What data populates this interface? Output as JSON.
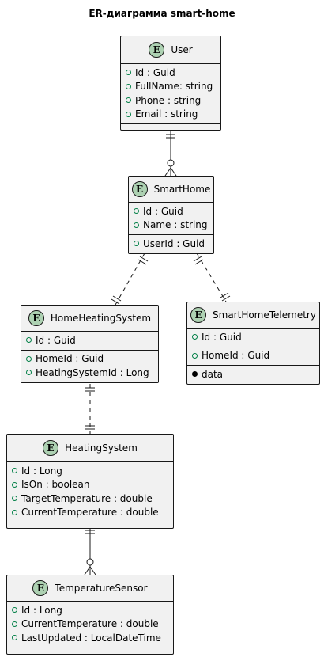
{
  "title": "ER-диаграмма smart-home",
  "entity_badge": "E",
  "entities": {
    "user": {
      "name": "User",
      "sections": [
        [
          {
            "text": "Id : Guid"
          },
          {
            "text": "FullName: string"
          },
          {
            "text": "Phone : string"
          },
          {
            "text": "Email : string"
          }
        ],
        []
      ]
    },
    "smarthome": {
      "name": "SmartHome",
      "sections": [
        [
          {
            "text": "Id : Guid"
          },
          {
            "text": "Name : string"
          }
        ],
        [
          {
            "text": "UserId : Guid"
          }
        ]
      ]
    },
    "homeheating": {
      "name": "HomeHeatingSystem",
      "sections": [
        [
          {
            "text": "Id : Guid"
          }
        ],
        [
          {
            "text": "HomeId : Guid"
          },
          {
            "text": "HeatingSystemId : Long"
          }
        ]
      ]
    },
    "telemetry": {
      "name": "SmartHomeTelemetry",
      "sections": [
        [
          {
            "text": "Id : Guid"
          }
        ],
        [
          {
            "text": "HomeId : Guid"
          }
        ],
        [
          {
            "text": "data",
            "marker": "filled"
          }
        ]
      ]
    },
    "heating": {
      "name": "HeatingSystem",
      "sections": [
        [
          {
            "text": "Id : Long"
          },
          {
            "text": "IsOn : boolean"
          },
          {
            "text": "TargetTemperature : double"
          },
          {
            "text": "CurrentTemperature : double"
          }
        ],
        []
      ]
    },
    "sensor": {
      "name": "TemperatureSensor",
      "sections": [
        [
          {
            "text": "Id : Long"
          },
          {
            "text": "CurrentTemperature : double"
          },
          {
            "text": "LastUpdated : LocalDateTime"
          }
        ],
        []
      ]
    }
  },
  "relations": [
    {
      "from": "user",
      "to": "smarthome",
      "from_end": "one",
      "to_end": "zero-or-many",
      "style": "solid"
    },
    {
      "from": "smarthome",
      "to": "homeheating",
      "from_end": "one",
      "to_end": "one",
      "style": "dashed"
    },
    {
      "from": "smarthome",
      "to": "telemetry",
      "from_end": "one",
      "to_end": "one",
      "style": "dashed"
    },
    {
      "from": "homeheating",
      "to": "heating",
      "from_end": "one",
      "to_end": "one",
      "style": "dashed"
    },
    {
      "from": "heating",
      "to": "sensor",
      "from_end": "one",
      "to_end": "zero-or-many",
      "style": "solid"
    }
  ],
  "colors": {
    "entity_fill": "#f1f1f1",
    "badge_fill": "#add1b2",
    "border": "#181818",
    "visibility_marker": "#038048"
  }
}
